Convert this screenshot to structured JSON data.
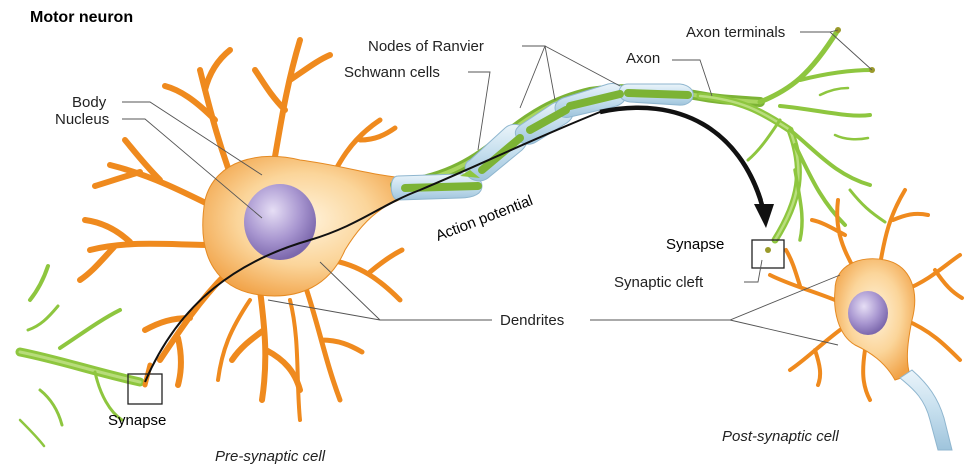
{
  "title": "Motor neuron",
  "labels": {
    "body": "Body",
    "nucleus": "Nucleus",
    "nodes_of_ranvier": "Nodes of Ranvier",
    "schwann_cells": "Schwann cells",
    "axon": "Axon",
    "axon_terminals": "Axon terminals",
    "action_potential": "Action potential",
    "synapse_right": "Synapse",
    "synaptic_cleft": "Synaptic cleft",
    "dendrites": "Dendrites",
    "synapse_left": "Synapse",
    "pre_synaptic_cell": "Pre-synaptic cell",
    "post_synaptic_cell": "Post-synaptic cell"
  },
  "colors": {
    "cell_body": "#f3a23c",
    "cell_body_light": "#fde4b8",
    "dendrite": "#ef8a1e",
    "nucleus": "#9b8ac4",
    "axon_green": "#8ec63f",
    "myelin_sheath": "#cfe4f0",
    "arrow": "#111111"
  }
}
